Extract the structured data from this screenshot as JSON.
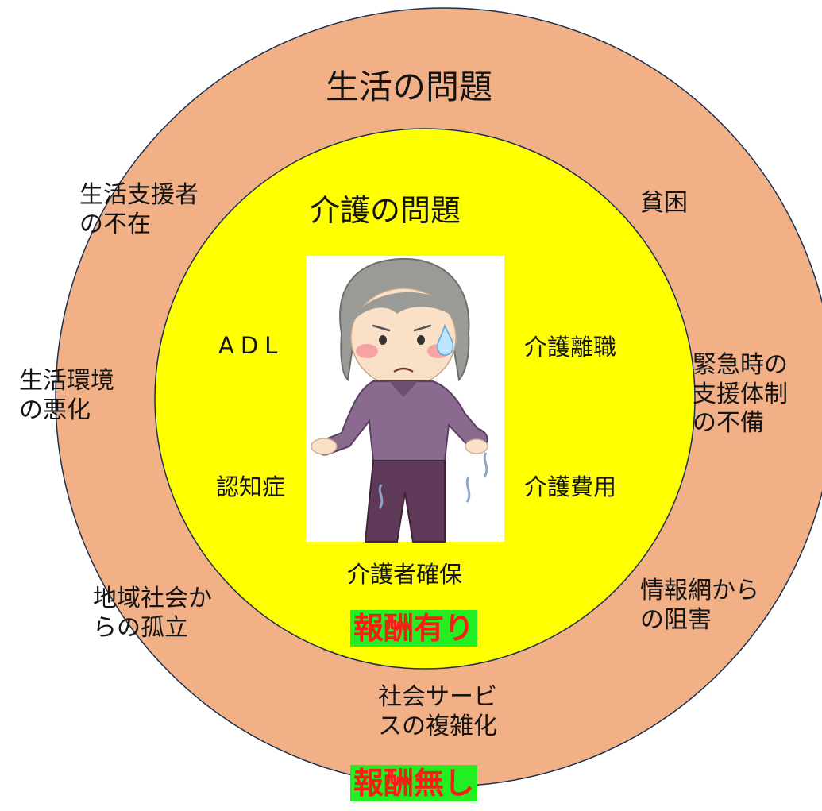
{
  "colors": {
    "outer_ring": "#F2B086",
    "inner_circle": "#FFFF00",
    "badge_bg": "#22EE22",
    "badge_text": "#FF1A1A"
  },
  "outer": {
    "title": "生活の問題",
    "items": [
      "生活支援者\nの不在",
      "貧困",
      "生活環境\nの悪化",
      "緊急時の\n支援体制\nの不備",
      "地域社会か\nらの孤立",
      "情報網から\nの阻害",
      "社会サービ\nスの複雑化"
    ],
    "badge": "報酬無し"
  },
  "inner": {
    "title": "介護の問題",
    "items": [
      "ADL",
      "介護離職",
      "認知症",
      "介護費用",
      "介護者確保"
    ],
    "badge": "報酬有り",
    "illustration": "worried-elderly-woman-illustration"
  }
}
